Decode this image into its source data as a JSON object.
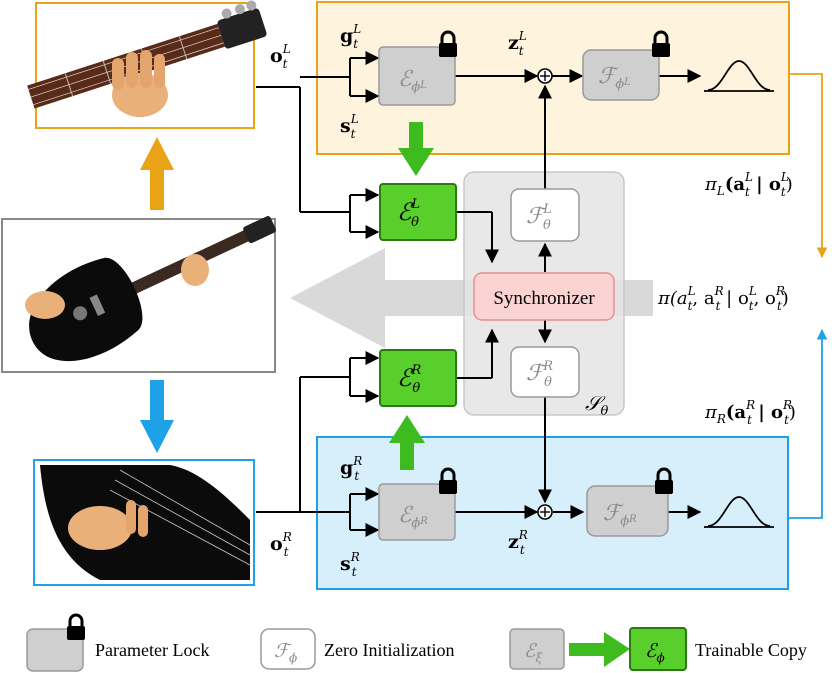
{
  "diagram": {
    "left_branch": {
      "obs_label": "o",
      "obs_sup": "L",
      "obs_sub": "t",
      "g_label": "g",
      "g_sup": "L",
      "g_sub": "t",
      "s_label": "s",
      "s_sup": "L",
      "s_sub": "t",
      "encoder_label": "ℰ",
      "encoder_sub": "ϕ",
      "encoder_sub_sup": "L",
      "z_label": "z",
      "z_sup": "L",
      "z_sub": "t",
      "decoder_label": "ℱ",
      "decoder_sub": "ϕ",
      "decoder_sub_sup": "L",
      "trainable_encoder_label": "ℰ",
      "trainable_encoder_sup": "L",
      "trainable_encoder_sub": "θ",
      "sync_decoder_label": "ℱ",
      "sync_decoder_sup": "L",
      "sync_decoder_sub": "θ",
      "policy_label": "π",
      "policy_sub": "L",
      "policy_args": "(a",
      "policy_a_sup": "L",
      "policy_a_sub": "t",
      "policy_bar": " | o",
      "policy_o_sup": "L",
      "policy_o_sub": "t",
      "policy_close": ")"
    },
    "right_branch": {
      "obs_label": "o",
      "obs_sup": "R",
      "obs_sub": "t",
      "g_label": "g",
      "g_sup": "R",
      "g_sub": "t",
      "s_label": "s",
      "s_sup": "R",
      "s_sub": "t",
      "encoder_label": "ℰ",
      "encoder_sub": "ϕ",
      "encoder_sub_sup": "R",
      "z_label": "z",
      "z_sup": "R",
      "z_sub": "t",
      "decoder_label": "ℱ",
      "decoder_sub": "ϕ",
      "decoder_sub_sup": "R",
      "trainable_encoder_label": "ℰ",
      "trainable_encoder_sup": "R",
      "trainable_encoder_sub": "θ",
      "sync_decoder_label": "ℱ",
      "sync_decoder_sup": "R",
      "sync_decoder_sub": "θ",
      "policy_label": "π",
      "policy_sub": "R",
      "policy_args": "(a",
      "policy_a_sup": "R",
      "policy_a_sub": "t",
      "policy_bar": " | o",
      "policy_o_sup": "R",
      "policy_o_sub": "t",
      "policy_close": ")"
    },
    "synchronizer": {
      "label": "Synchronizer",
      "group_label": "𝒮",
      "group_sub": "θ"
    },
    "joint_policy": {
      "pi": "π(a",
      "a1_sup": "L",
      "a1_sub": "t",
      "comma1": ", a",
      "a2_sup": "R",
      "a2_sub": "t",
      "bar": " | o",
      "o1_sup": "L",
      "o1_sub": "t",
      "comma2": ", o",
      "o2_sup": "R",
      "o2_sub": "t",
      "close": ")"
    },
    "legend": {
      "lock_text": "Parameter Lock",
      "zero_symbol": "ℱ",
      "zero_symbol_sub": "ϕ",
      "zero_text": "Zero Initialization",
      "copy_from_symbol": "ℰ",
      "copy_from_sub": "ξ",
      "copy_to_symbol": "ℰ",
      "copy_to_sub": "ϕ",
      "copy_text": "Trainable Copy"
    },
    "colors": {
      "orange": "#E8A317",
      "orange_fill": "#FEF3DC",
      "blue": "#1EA1E6",
      "blue_fill": "#D6EFFB",
      "green": "#3DBB1F",
      "green_fill": "#58CF2A",
      "gray_box": "#CFCFCF",
      "sync_fill": "#FAD3D3",
      "sync_stroke": "#E88E8E",
      "group_fill": "#E4E4E4"
    }
  }
}
